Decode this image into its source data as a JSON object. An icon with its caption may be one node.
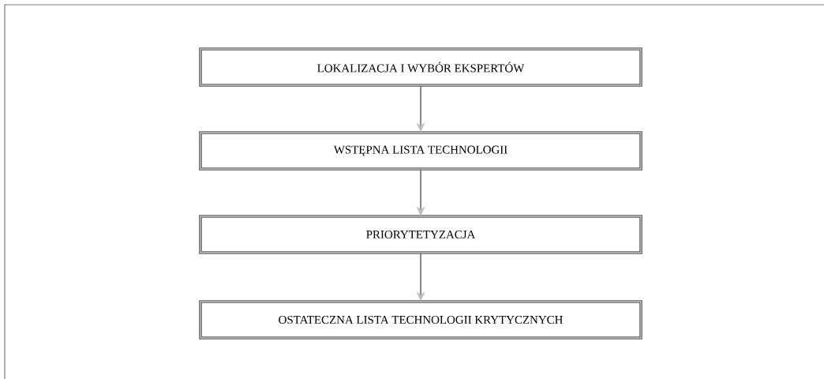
{
  "diagram": {
    "nodes": [
      {
        "text": [
          "LOKALIZACJA I WYBÓR EKSPERTÓW"
        ]
      },
      {
        "text": [
          "WSTĘPNA LISTA TECHNOLOGII"
        ]
      },
      {
        "text": [
          "PRIORYTETYZACJA"
        ]
      },
      {
        "text": [
          "OSTATECZNA LISTA TECHNOLOGII KRYTYCZNYCH"
        ]
      }
    ],
    "edges": [
      {
        "from": 0,
        "to": 1,
        "arrow": "to"
      },
      {
        "from": 1,
        "to": 2,
        "arrow": "to"
      },
      {
        "from": 2,
        "to": 3,
        "arrow": "to"
      }
    ]
  }
}
